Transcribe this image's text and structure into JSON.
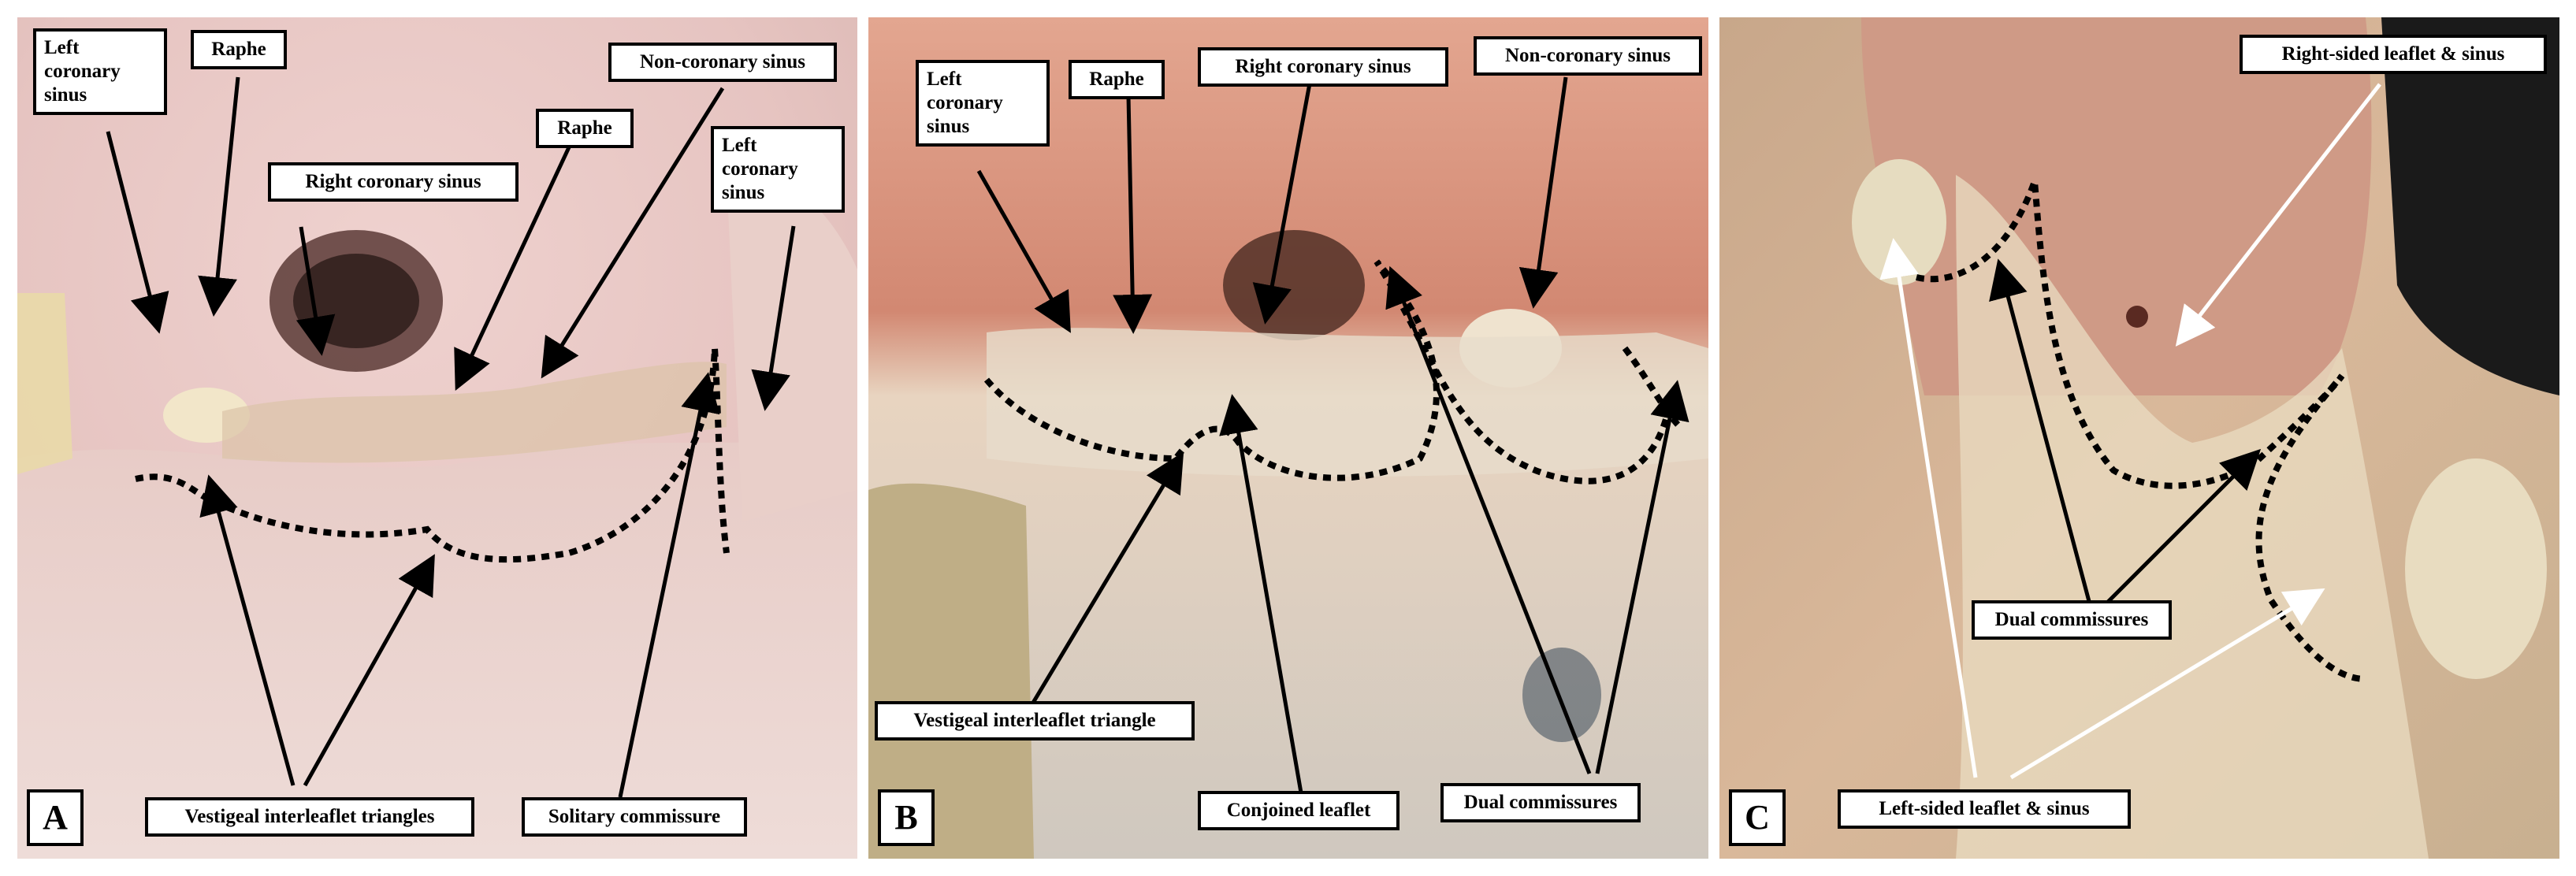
{
  "panels": [
    {
      "letter": "A",
      "labels": {
        "left_coronary_sinus_1": "Left\ncoronary\nsinus",
        "raphe_1": "Raphe",
        "non_coronary_sinus": "Non-coronary sinus",
        "raphe_2": "Raphe",
        "right_coronary_sinus": "Right coronary sinus",
        "left_coronary_sinus_2": "Left\ncoronary\nsinus",
        "vestigeal_triangles": "Vestigeal interleaflet triangles",
        "solitary_commissure": "Solitary commissure"
      }
    },
    {
      "letter": "B",
      "labels": {
        "left_coronary_sinus": "Left\ncoronary\nsinus",
        "raphe": "Raphe",
        "right_coronary_sinus": "Right coronary sinus",
        "non_coronary_sinus": "Non-coronary sinus",
        "vestigeal_triangle": "Vestigeal interleaflet triangle",
        "conjoined_leaflet": "Conjoined leaflet",
        "dual_commissures": "Dual commissures"
      }
    },
    {
      "letter": "C",
      "labels": {
        "right_sided": "Right-sided leaflet & sinus",
        "dual_commissures": "Dual commissures",
        "left_sided": "Left-sided leaflet & sinus"
      }
    }
  ]
}
